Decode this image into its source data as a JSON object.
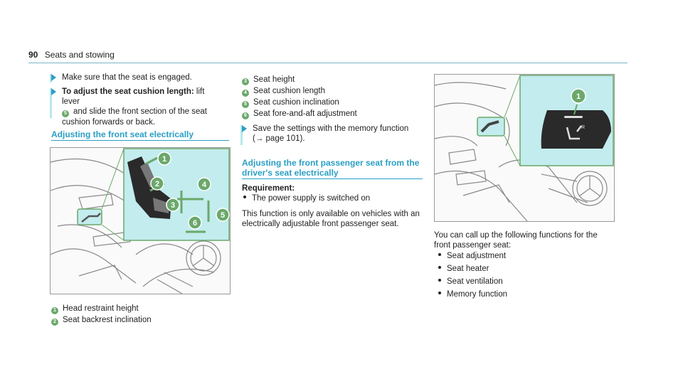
{
  "header": {
    "page_number": "90",
    "section": "Seats and stowing"
  },
  "col1": {
    "bullet1": "Make sure that the seat is engaged.",
    "bullet2_bold": "To adjust the seat cushion length:",
    "bullet2_line1_rest": " lift lever",
    "bullet2_badge": "5",
    "bullet2_line2": "and slide the front section of the seat",
    "bullet2_line3": "cushion forwards or back.",
    "section_title": "Adjusting the front seat electrically",
    "figure_callouts": [
      "1",
      "2",
      "3",
      "4",
      "5",
      "6"
    ],
    "legend": [
      {
        "num": "1",
        "text": "Head restraint height"
      },
      {
        "num": "2",
        "text": "Seat backrest inclination"
      }
    ]
  },
  "col2": {
    "legend": [
      {
        "num": "3",
        "text": "Seat height"
      },
      {
        "num": "4",
        "text": "Seat cushion length"
      },
      {
        "num": "5",
        "text": "Seat cushion inclination"
      },
      {
        "num": "6",
        "text": "Seat fore-and-aft adjustment"
      }
    ],
    "bullet_line1": "Save the settings with the memory function",
    "bullet_line2": "(→ page 101).",
    "section_title_line1": "Adjusting the front passenger seat from the",
    "section_title_line2": "driver's seat electrically",
    "requirement_label": "Requirement:",
    "requirement_item": "The power supply is switched on",
    "body_line1": "This function is only available on vehicles with an",
    "body_line2": "electrically adjustable front passenger seat."
  },
  "col3": {
    "figure_callout": "1",
    "figure_button_label": "R",
    "intro_line1": "You can call up the following functions for the",
    "intro_line2": "front passenger seat:",
    "items": [
      "Seat adjustment",
      "Seat heater",
      "Seat ventilation",
      "Memory function"
    ]
  },
  "colors": {
    "accent": "#2a9fc4",
    "callout": "#6ba86b",
    "figure_bg": "#c3ecee"
  }
}
